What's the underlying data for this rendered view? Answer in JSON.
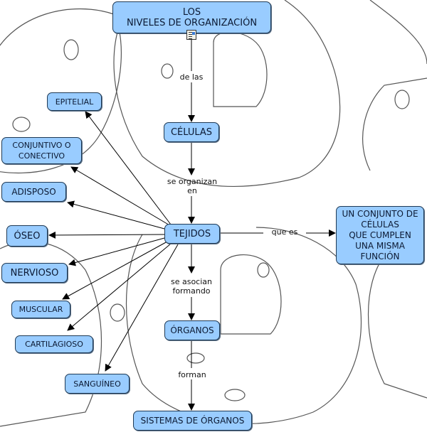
{
  "title": "LOS\nNIVELES DE ORGANIZACIÓN",
  "nodes": {
    "title": "LOS\nNIVELES DE ORGANIZACIÓN",
    "celulas": "CÉLULAS",
    "tejidos": "TEJIDOS",
    "organos": "ÓRGANOS",
    "sistemas": "SISTEMAS DE ÓRGANOS",
    "definicion": "UN CONJUNTO DE\nCÉLULAS\nQUE CUMPLEN\nUNA MISMA\nFUNCIÓN",
    "epitelial": "EPITELIAL",
    "conjuntivo": "CONJUNTIVO O\nCONECTIVO",
    "adisposo": "ADISPOSO",
    "oseo": "ÓSEO",
    "nervioso": "NERVIOSO",
    "muscular": "MUSCULAR",
    "cartilagioso": "CARTILAGIOSO",
    "sanguineo": "SANGUÍNEO"
  },
  "link_labels": {
    "de_las": "de las",
    "se_organizan_en": "se organizan\nen",
    "que_es": "que es",
    "se_asocian_formando": "se asocian\nformando",
    "forman": "forman"
  },
  "icons": {
    "attachment": "document-icon"
  },
  "colors": {
    "node_fill": "#99ccff",
    "node_border": "#1f3a55",
    "line": "#000000"
  }
}
